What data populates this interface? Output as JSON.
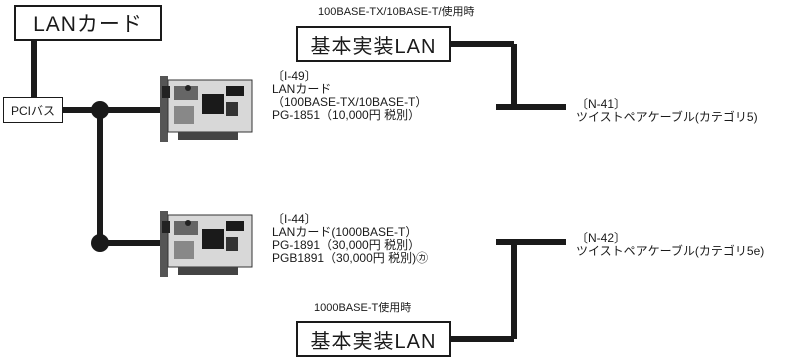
{
  "title_box": "LANカード",
  "bus_box": "PCIバス",
  "top_usage": "100BASE-TX/10BASE-T/使用時",
  "bottom_usage": "1000BASE-T使用時",
  "lan_top": "基本実装LAN",
  "lan_bottom": "基本実装LAN",
  "card1": {
    "code": "〔I-49〕",
    "name": "LANカード",
    "spec": "（100BASE-TX/10BASE-T）",
    "price": "PG-1851（10,000円 税別）"
  },
  "card2": {
    "code": "〔I-44〕",
    "name": "LANカード(1000BASE-T）",
    "price1": "PG-1891（30,000円 税別）",
    "price2": "PGB1891（30,000円 税別)㋕"
  },
  "cable1": {
    "code": "〔N-41〕",
    "name": "ツイストペアケーブル(カテゴリ5)"
  },
  "cable2": {
    "code": "〔N-42〕",
    "name": "ツイストペアケーブル(カテゴリ5e)"
  },
  "colors": {
    "line": "#1a1a1a",
    "pcb": "#d8d8d8",
    "chip": "#1a1a1a"
  }
}
